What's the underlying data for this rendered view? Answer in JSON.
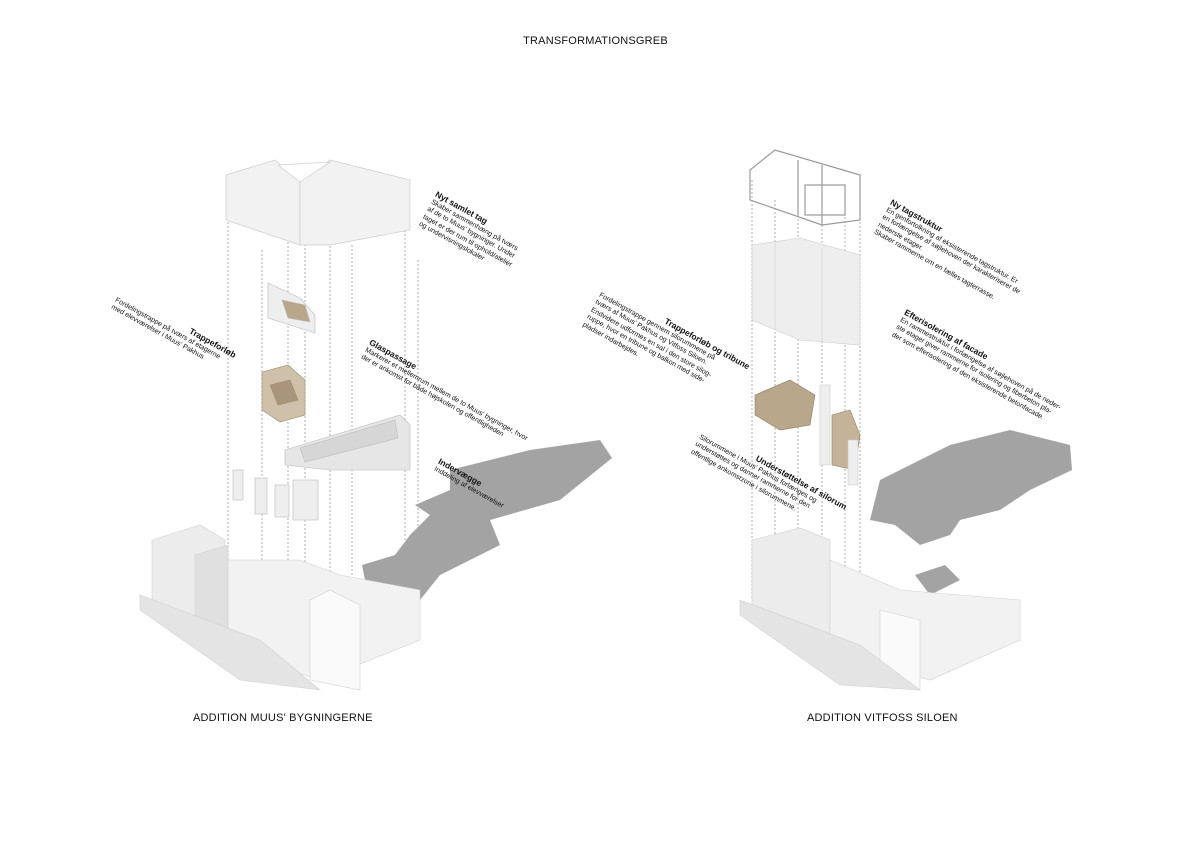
{
  "title": "TRANSFORMATIONSGREB",
  "left": {
    "caption": "ADDITION MUUS' BYGNINGERNE",
    "notes": [
      {
        "heading": "Nyt samlet tag",
        "body": "Skaber sammenhæng på tværs\naf de to Muus' bygninger. Under\ntaget er der rum til ophold/ateliér\nog undervisningslokaler"
      },
      {
        "heading": "Trappeforløb",
        "body": "Fordelingstrappe på tværs af etagerne\nmed elevværelser i Muus' Pakhus"
      },
      {
        "heading": "Glaspassage",
        "body": "Markerer et mellemrum mellem de to Muus' bygninger, hvor\nder er ankomst for både højskolen og offentligheden"
      },
      {
        "heading": "Indervægge",
        "body": "Inddeling af elevværelser"
      }
    ]
  },
  "right": {
    "caption": "ADDITION VITFOSS SILOEN",
    "notes": [
      {
        "heading": "Ny tagstruktur",
        "body": "En genfortolkning af eksisterende tagstruktur. Er\nen forlængelse af søjlehoven der karakteriserer de\nnederste etager.\nSkaber rammerne om en fælles tagterrasse."
      },
      {
        "heading": "Efterisolering af facade",
        "body": "En rammestruktur i forlængelse af søjlehoven på de neder-\nste etager giver rammerne for isolering og fiberbeton pla-\nder som efterisolering af den eksisterende betonfacade."
      },
      {
        "heading": "Trappeforløb og tribune",
        "body": "Fordelingstrappe gennem silorummene på\ntværs af Muus' Pakhus og Vitfoss Siloen.\nEndvidere udformes en sal i den store silog-\nruppe, hvor en tribune og balkon med side-\npladser indarbejdes."
      },
      {
        "heading": "Understøttelse af silorum",
        "body": "Silorummene i Muus' Pakhus forlænges og\nunderstøttes og danner rammerne for den\noffentlige ankomstzone i silorummene."
      }
    ]
  },
  "colors": {
    "plan_gray": "#a3a3a3",
    "wood": "#b9a78c",
    "building": "#ececec"
  }
}
